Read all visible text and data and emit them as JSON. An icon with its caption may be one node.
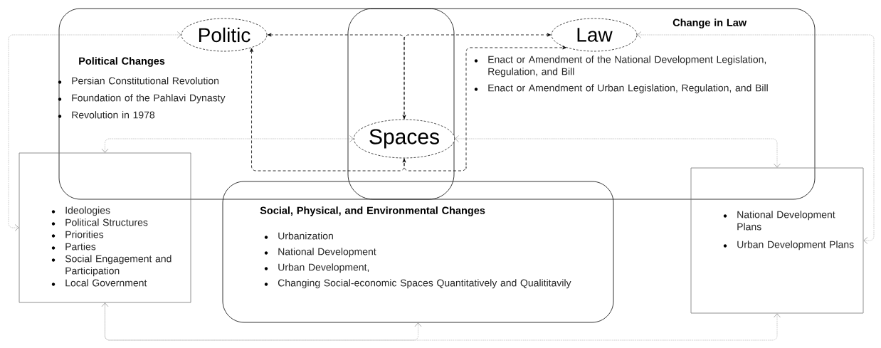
{
  "diagram": {
    "nodes": [
      {
        "text": [
          "Political Changes",
          "Persian Constitutional Revolution",
          "Foundation of the Pahlavi Dynasty",
          "Revolution in 1978",
          "Change in Law",
          "Enact or Amendment of the National Development Legislation, Regulation, and Bill",
          "Enact or Amendment of Urban Legislation, Regulation, and Bill"
        ]
      },
      {
        "text": [
          "Politic"
        ],
        "in": 0
      },
      {
        "text": [
          "Law"
        ],
        "in": 0
      },
      {
        "text": [],
        "shape": "box",
        "in": 0
      },
      {
        "text": [
          "Spaces"
        ],
        "in": 3
      },
      {
        "text": [
          "Social, Physical, and Environmental Changes",
          "Urbanization",
          "National Development",
          "Urban Development,",
          "Changing Social-economic Spaces Quantitatively and Qualititavily"
        ]
      },
      {
        "text": [
          "Ideologies",
          "Political Structures",
          "Priorities",
          "Parties",
          "Social Engagement and Participation",
          "Local Government"
        ]
      },
      {
        "text": [
          "National Development Plans",
          "Urban Development Plans"
        ]
      }
    ],
    "edges": [
      {
        "from": 1,
        "to": 4,
        "arrow": "both",
        "style": "dashed",
        "color": "#000000"
      },
      {
        "from": 4,
        "to": 2,
        "arrow": "to",
        "style": "dashed",
        "color": "#000000"
      },
      {
        "from": 1,
        "to": 4,
        "arrow": "both",
        "style": "dashed",
        "color": "#000000"
      },
      {
        "from": 4,
        "to": 2,
        "arrow": "to",
        "style": "dashed",
        "color": "#000000"
      },
      {
        "from": 6,
        "to": 1,
        "arrow": "both"
      },
      {
        "from": 7,
        "to": 2,
        "arrow": "both"
      },
      {
        "from": 6,
        "to": 4,
        "arrow": "both"
      },
      {
        "from": 4,
        "to": 7,
        "arrow": "both"
      },
      {
        "from": 6,
        "to": 7,
        "arrow": "both"
      },
      {
        "from": 6,
        "to": 5,
        "arrow": "to"
      }
    ]
  }
}
